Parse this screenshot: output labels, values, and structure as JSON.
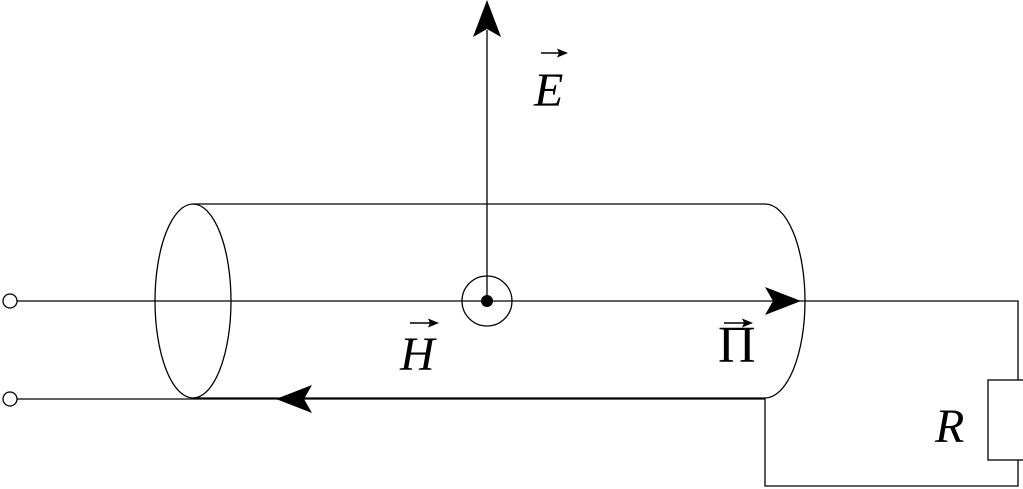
{
  "labels": {
    "electric_field": "E",
    "magnetic_field": "H",
    "poynting_vector": "Π",
    "resistor": "R"
  },
  "colors": {
    "stroke": "#000000",
    "background": "#ffffff"
  }
}
